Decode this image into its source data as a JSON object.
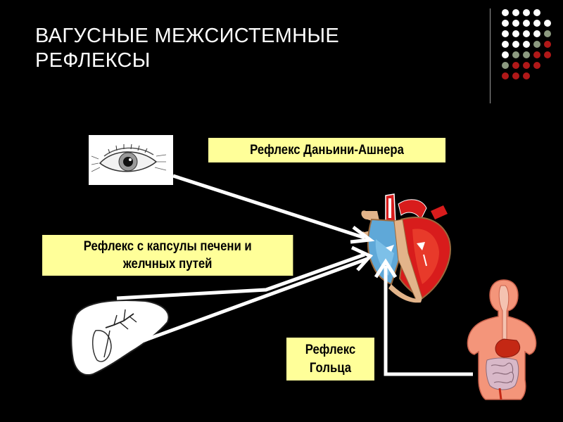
{
  "slide": {
    "title_lines": [
      "ВАГУСНЫЕ  МЕЖСИСТЕМНЫЕ",
      "РЕФЛЕКСЫ"
    ]
  },
  "labels": {
    "dagnini": "Рефлекс  Даньини-Ашнера",
    "liver_lines": [
      "Рефлекс с капсулы печени и",
      "желчных   путей"
    ],
    "goltz_lines": [
      "Рефлекс",
      "Гольца"
    ]
  },
  "colors": {
    "background": "#000000",
    "title": "#ffffff",
    "label_box": "#ffff99",
    "arrow": "#ffffff",
    "dot_white": "#ffffff",
    "dot_gray": "#8c9a80",
    "dot_red": "#b01818"
  },
  "images": {
    "eye": "eye-anatomy-diagram",
    "heart": "heart-cross-section-diagram",
    "liver": "liver-and-bile-ducts-outline",
    "torso": "digestive-tract-torso-diagram"
  }
}
